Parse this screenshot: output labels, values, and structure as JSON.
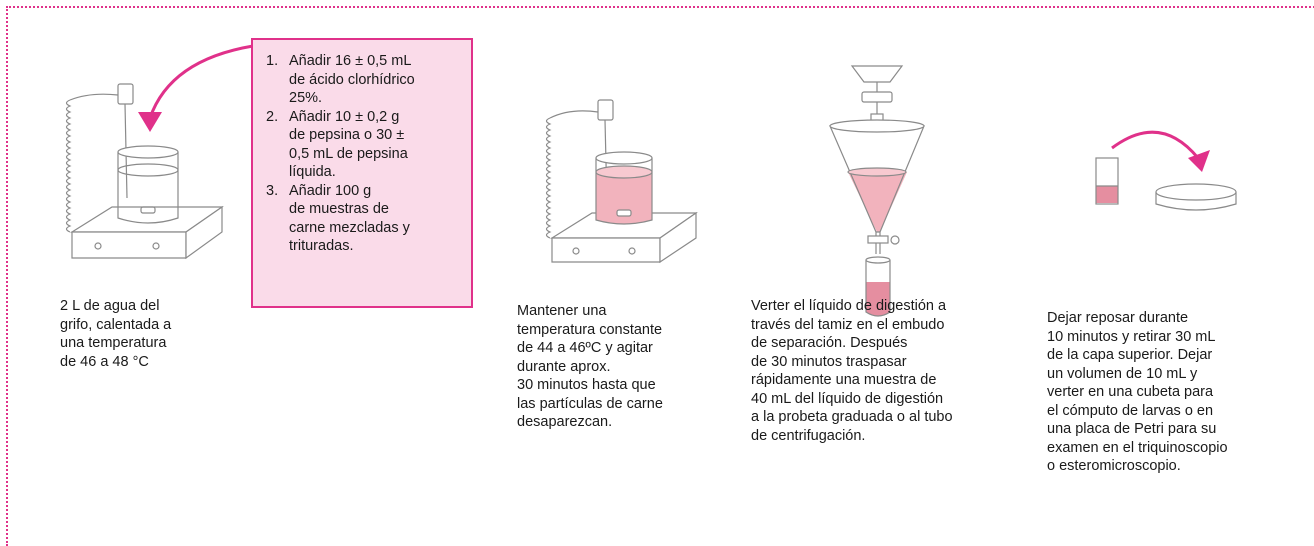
{
  "steps_box": {
    "items": [
      {
        "num": "1.",
        "text": "Añadir 16 ± 0,5 mL\nde ácido clorhídrico\n25%."
      },
      {
        "num": "2.",
        "text": "Añadir 10 ± 0,2 g\nde pepsina o 30 ±\n0,5 mL de pepsina\nlíquida."
      },
      {
        "num": "3.",
        "text": "Añadir 100 g\nde muestras de\ncarne mezcladas y\ntrituradas."
      }
    ]
  },
  "captions": {
    "step1": "2 L de agua del\ngrifo, calentada a\nuna temperatura\nde 46 a 48 °C",
    "step2": "Mantener una\ntemperatura constante\nde 44 a 46ºC y agitar\ndurante aprox.\n30 minutos hasta que\nlas partículas de carne\ndesaparezcan.",
    "step3": "Verter el líquido de digestión a\ntravés del tamiz en el embudo\nde separación. Después\nde 30 minutos traspasar\nrápidamente una muestra de\n40 mL del líquido de digestión\na la probeta graduada o al tubo\nde centrifugación.",
    "step4": "Dejar reposar durante\n10 minutos y retirar 30 mL\nde la capa superior. Dejar\nun volumen de 10 mL y\nverter en una cubeta para\nel cómputo de larvas o en\nuna placa de Petri para su\nexamen en el triquinoscopio\no esteromicroscopio."
  },
  "colors": {
    "accent": "#e0318a",
    "box_fill": "#fadbe9",
    "liquid": "#f2b3bd",
    "outline": "#8a8a8a"
  }
}
